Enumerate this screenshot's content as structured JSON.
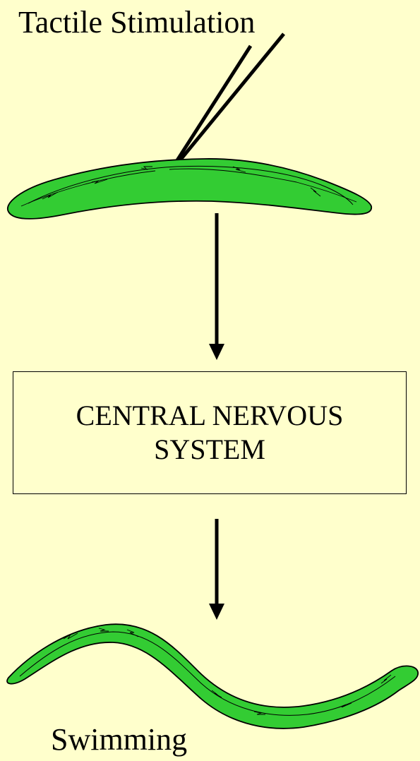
{
  "labels": {
    "stimulus": "Tactile Stimulation",
    "cns_line1": "CENTRAL NERVOUS",
    "cns_line2": "SYSTEM",
    "response": "Swimming"
  },
  "colors": {
    "background": "#ffffcc",
    "worm_fill": "#33cc33",
    "stroke": "#000000"
  }
}
